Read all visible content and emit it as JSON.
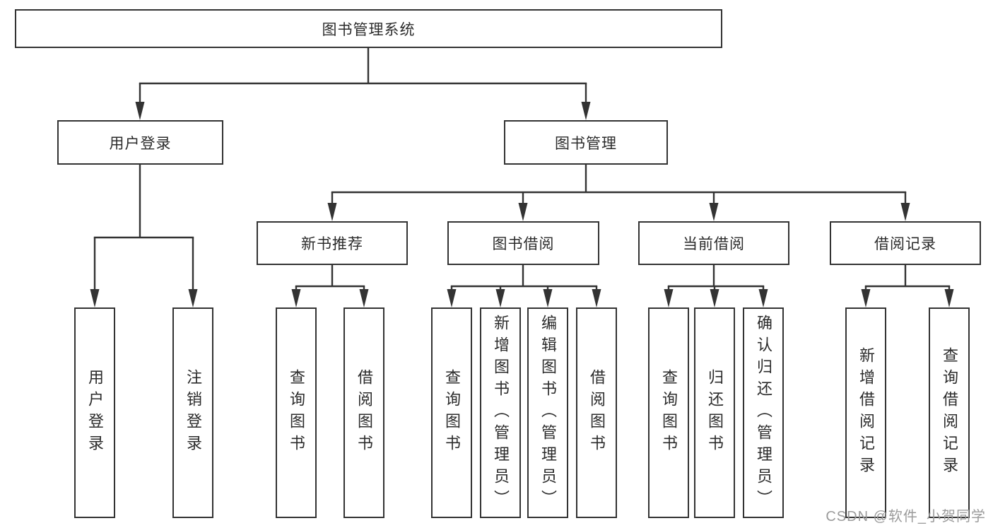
{
  "diagram_title": "图书管理系统",
  "tree": {
    "label": "图书管理系统",
    "children": [
      {
        "label": "用户登录",
        "children": [
          {
            "label": "用户登录"
          },
          {
            "label": "注销登录"
          }
        ]
      },
      {
        "label": "图书管理",
        "children": [
          {
            "label": "新书推荐",
            "children": [
              {
                "label": "查询图书"
              },
              {
                "label": "借阅图书"
              }
            ]
          },
          {
            "label": "图书借阅",
            "children": [
              {
                "label": "查询图书"
              },
              {
                "label": "新增图书（管理员）"
              },
              {
                "label": "编辑图书（管理员）"
              },
              {
                "label": "借阅图书"
              }
            ]
          },
          {
            "label": "当前借阅",
            "children": [
              {
                "label": "查询图书"
              },
              {
                "label": "归还图书"
              },
              {
                "label": "确认归还（管理员）"
              }
            ]
          },
          {
            "label": "借阅记录",
            "children": [
              {
                "label": "新增借阅记录"
              },
              {
                "label": "查询借阅记录"
              }
            ]
          }
        ]
      }
    ]
  },
  "watermark": {
    "text": "CSDN @软件_小贺同学"
  },
  "colors": {
    "line": "#333333",
    "box_border": "#333333",
    "text": "#2b2b2b",
    "background": "#ffffff",
    "watermark_text": "#9b9b9b"
  }
}
